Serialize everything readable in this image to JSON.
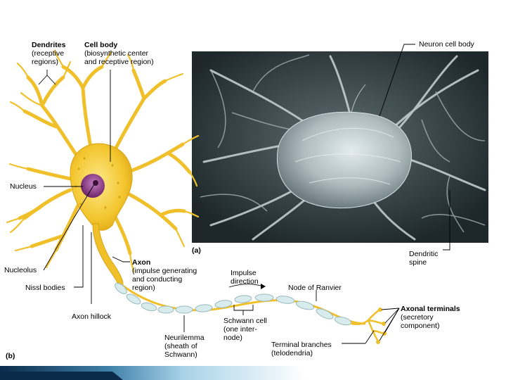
{
  "labels": {
    "dendrites": {
      "title": "Dendrites",
      "line1": "(receptive",
      "line2": "regions)"
    },
    "cell_body": {
      "title": "Cell body",
      "line1": "(biosynthetic center",
      "line2": "and receptive region)"
    },
    "neuron_cell_body": "Neuron cell body",
    "nucleus": "Nucleus",
    "nucleolus": "Nucleolus",
    "nissl_bodies": "Nissl bodies",
    "axon_hillock": "Axon hillock",
    "axon": {
      "title": "Axon",
      "line1": "(impulse generating",
      "line2": "and conducting",
      "line3": "region)"
    },
    "impulse_direction": {
      "line1": "Impulse",
      "line2": "direction"
    },
    "node_of_ranvier": "Node of Ranvier",
    "schwann_cell": {
      "line1": "Schwann cell",
      "line2": "(one inter-",
      "line3": "node)"
    },
    "neurilemma": {
      "line1": "Neurilemma",
      "line2": "(sheath of",
      "line3": "Schwann)"
    },
    "axonal_terminals": {
      "title": "Axonal terminals",
      "line1": "(secretory",
      "line2": "component)"
    },
    "terminal_branches": {
      "line1": "Terminal branches",
      "line2": "(telodendria)"
    },
    "dendritic_spine": {
      "line1": "Dendritic",
      "line2": "spine"
    },
    "panel_a": "(a)",
    "panel_b": "(b)"
  },
  "colors": {
    "neuron_fill": "#f2c52b",
    "neuron_highlight": "#fbe47a",
    "nucleus": "#8e3a86",
    "myelin": "#d8ecee",
    "micrograph_bg": "#2e3a3e",
    "bar_dark": "#0b2b4a",
    "bar_light": "#7db8d8"
  }
}
